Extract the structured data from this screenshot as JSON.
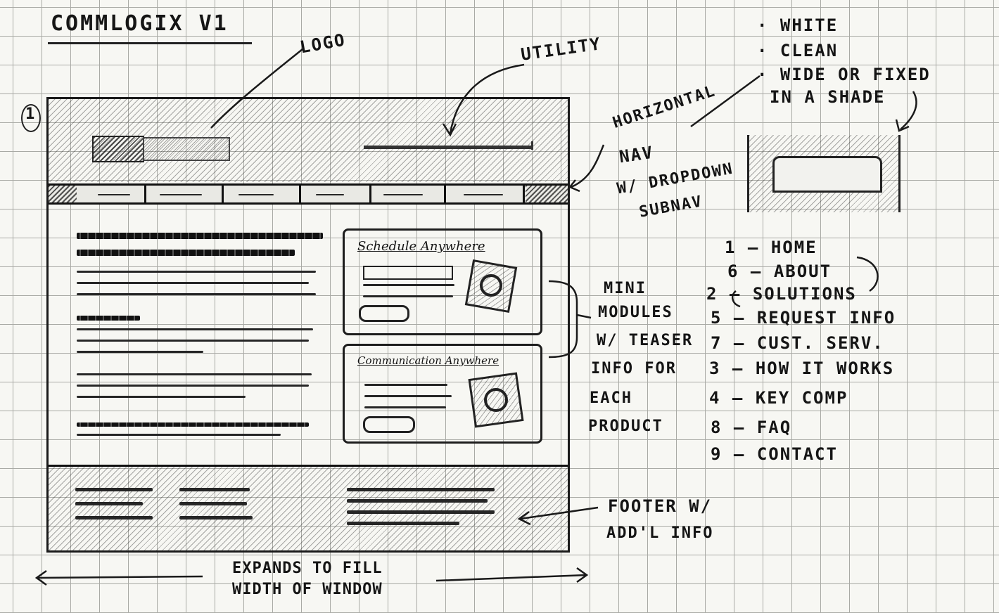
{
  "title": "COMMLOGIX v1",
  "page_number": "1",
  "annotations": {
    "logo": "LOGO",
    "utility": "UTILITY",
    "style_notes": [
      "· WHITE",
      "· CLEAN",
      "· WIDE OR FIXED",
      "IN A SHADE"
    ],
    "horizontal_nav": [
      "HORIZONTAL",
      "NAV",
      "W/ DROPDOWN",
      "SUBNAV"
    ],
    "mini_modules": [
      "MINI",
      "MODULES",
      "W/ TEASER",
      "INFO FOR",
      "EACH",
      "PRODUCT"
    ],
    "footer": [
      "FOOTER W/",
      "ADD'L INFO"
    ],
    "expands": [
      "EXPANDS TO FILL",
      "WIDTH OF WINDOW"
    ]
  },
  "nav_order": [
    {
      "num": "1",
      "label": "HOME"
    },
    {
      "num": "6",
      "label": "ABOUT"
    },
    {
      "num": "2",
      "label": "SOLUTIONS"
    },
    {
      "num": "5",
      "label": "REQUEST INFO"
    },
    {
      "num": "7",
      "label": "CUST. SERV."
    },
    {
      "num": "3",
      "label": "HOW IT WORKS"
    },
    {
      "num": "4",
      "label": "KEY COMP"
    },
    {
      "num": "8",
      "label": "FAQ"
    },
    {
      "num": "9",
      "label": "CONTACT"
    }
  ],
  "wireframe": {
    "module_1_title": "Schedule Anywhere",
    "module_2_title": "Communication Anywhere"
  },
  "colors": {
    "ink": "#161616",
    "paper": "#f7f7f3",
    "grid": "#a9aaa5"
  }
}
